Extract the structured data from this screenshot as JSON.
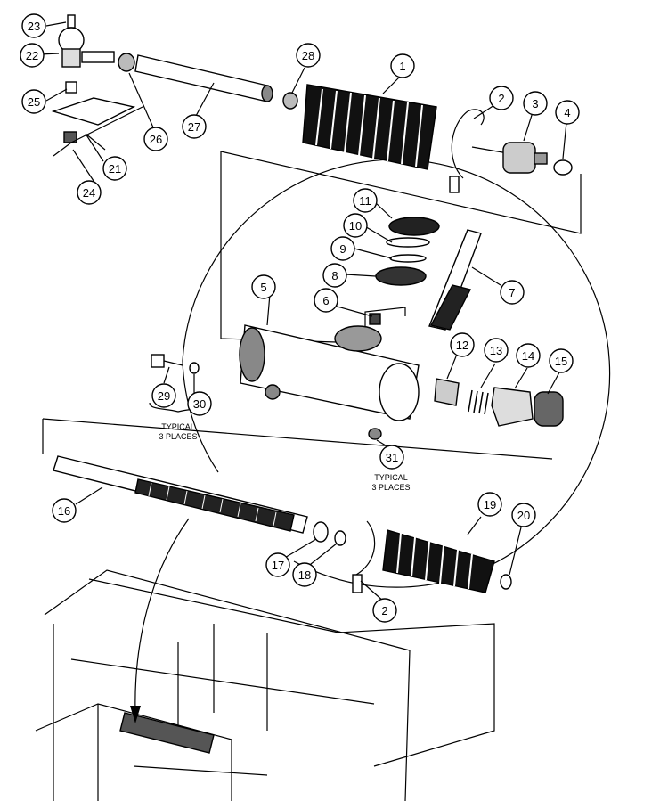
{
  "diagram": {
    "callouts": [
      "1",
      "2",
      "3",
      "4",
      "5",
      "6",
      "7",
      "8",
      "9",
      "10",
      "11",
      "12",
      "13",
      "14",
      "15",
      "16",
      "17",
      "18",
      "19",
      "20",
      "21",
      "22",
      "23",
      "24",
      "25",
      "26",
      "27",
      "28",
      "29",
      "30",
      "31",
      "2"
    ],
    "notes": {
      "typical_29_30_line1": "TYPICAL",
      "typical_29_30_line2": "3 PLACES",
      "typical_31_line1": "TYPICAL",
      "typical_31_line2": "3 PLACES"
    }
  }
}
